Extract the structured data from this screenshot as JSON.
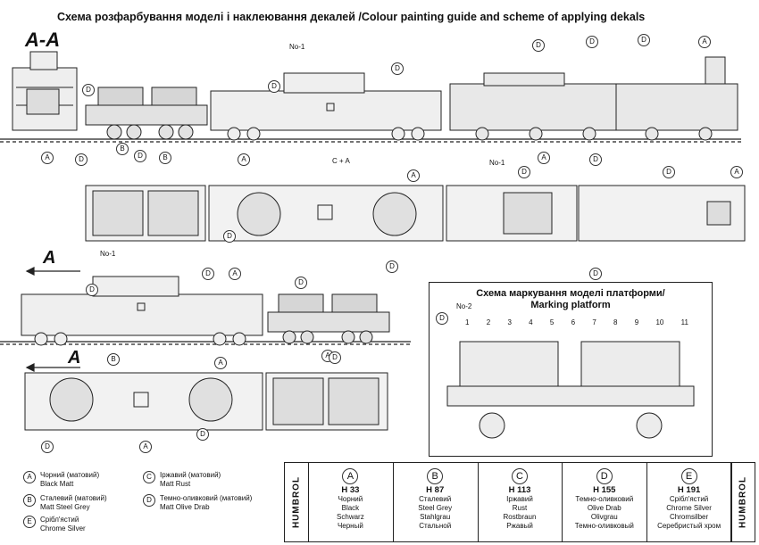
{
  "title": "Схема розфарбування моделі і наклеювання декалей /Colour painting guide and scheme of applying dekals",
  "section_label": "A-A",
  "view_arrow_label": "A",
  "decal_labels": [
    "No-1",
    "No-1",
    "No-1",
    "No-2"
  ],
  "callout_letters": [
    "A",
    "B",
    "C",
    "D",
    "E"
  ],
  "combo_callout": "C + A",
  "inset": {
    "title_line1": "Схема маркування моделі платформи/",
    "title_line2": "Marking platform",
    "numbers": [
      "1",
      "2",
      "3",
      "4",
      "5",
      "6",
      "7",
      "8",
      "9",
      "10",
      "11"
    ]
  },
  "legend": [
    {
      "letter": "A",
      "ua": "Чорний (матовий)",
      "en": "Black Matt"
    },
    {
      "letter": "B",
      "ua": "Сталевий (матовий)",
      "en": "Matt Steel Grey"
    },
    {
      "letter": "E",
      "ua": "Срібл'ястий",
      "en": "Chrome Silver"
    },
    {
      "letter": "C",
      "ua": "Іржавий (матовий)",
      "en": "Matt Rust"
    },
    {
      "letter": "D",
      "ua": "Темно-оливковий (матовий)",
      "en": "Matt Olive Drab"
    }
  ],
  "paint_table": {
    "brand": "HUMBROL",
    "columns": [
      {
        "letter": "A",
        "code": "H 33",
        "lines": [
          "Чорний",
          "Black",
          "Schwarz",
          "Черный"
        ]
      },
      {
        "letter": "B",
        "code": "H 87",
        "lines": [
          "Сталевий",
          "Steel Grey",
          "Stahlgrau",
          "Стальной"
        ]
      },
      {
        "letter": "C",
        "code": "H 113",
        "lines": [
          "Іржавий",
          "Rust",
          "Rostbraun",
          "Ржавый"
        ]
      },
      {
        "letter": "D",
        "code": "H 155",
        "lines": [
          "Темно-оливковий",
          "Olive Drab",
          "Olivgrau",
          "Темно-оливковый"
        ]
      },
      {
        "letter": "E",
        "code": "H 191",
        "lines": [
          "Срібл'ястий",
          "Chrome Silver",
          "Chromsilber",
          "Серебристый хром"
        ]
      }
    ]
  }
}
